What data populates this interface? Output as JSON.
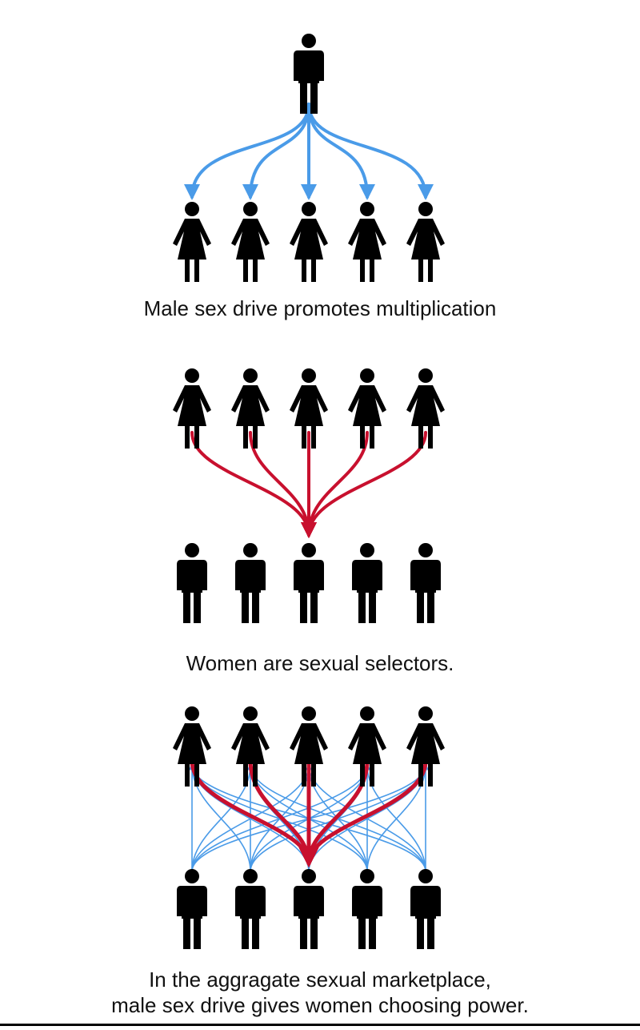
{
  "colors": {
    "figure": "#000000",
    "male_arrow": "#4a9be8",
    "female_arrow": "#c8102e",
    "background": "#ffffff"
  },
  "panels": [
    {
      "caption": "Male sex drive promotes multiplication",
      "top_row": [
        "male"
      ],
      "bottom_row": [
        "female",
        "female",
        "female",
        "female",
        "female"
      ],
      "arrows": "one-to-many",
      "arrow_color": "male_arrow"
    },
    {
      "caption": "Women are sexual selectors.",
      "top_row": [
        "female",
        "female",
        "female",
        "female",
        "female"
      ],
      "bottom_row": [
        "male",
        "male",
        "male",
        "male",
        "male"
      ],
      "arrows": "many-to-one",
      "arrow_color": "female_arrow"
    },
    {
      "caption_lines": [
        "In the aggragate sexual marketplace,",
        "male sex drive gives women choosing power."
      ],
      "top_row": [
        "female",
        "female",
        "female",
        "female",
        "female"
      ],
      "bottom_row": [
        "male",
        "male",
        "male",
        "male",
        "male"
      ],
      "arrows": "all-to-all plus many-to-one",
      "arrow_color": "male_arrow and female_arrow"
    }
  ]
}
